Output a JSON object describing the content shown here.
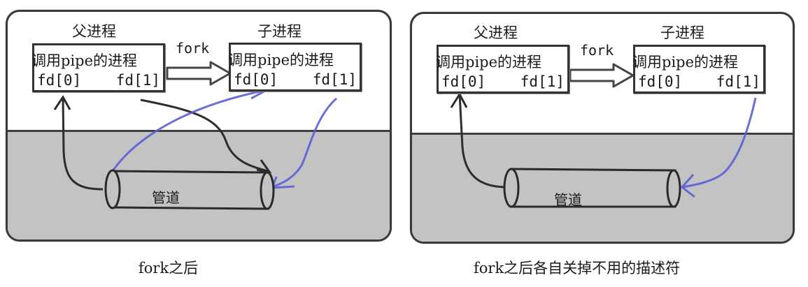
{
  "panels": [
    {
      "id": "after-fork",
      "parent_label": "父进程",
      "child_label": "子进程",
      "fork_label": "fork",
      "parent_box": {
        "title": "调用pipe的进程",
        "fd0": "fd[0]",
        "fd1": "fd[1]"
      },
      "child_box": {
        "title": "调用pipe的进程",
        "fd0": "fd[0]",
        "fd1": "fd[1]"
      },
      "pipe_label": "管道",
      "caption": "fork之后"
    },
    {
      "id": "after-close",
      "parent_label": "父进程",
      "child_label": "子进程",
      "fork_label": "fork",
      "parent_box": {
        "title": "调用pipe的进程",
        "fd0": "fd[0]",
        "fd1": "fd[1]"
      },
      "child_box": {
        "title": "调用pipe的进程",
        "fd0": "fd[0]",
        "fd1": "fd[1]"
      },
      "pipe_label": "管道",
      "caption": "fork之后各自关掉不用的描述符"
    }
  ],
  "colors": {
    "ground": "#c3c3c3",
    "stroke": "#333333",
    "blue_arrow": "#5a5fd6"
  }
}
